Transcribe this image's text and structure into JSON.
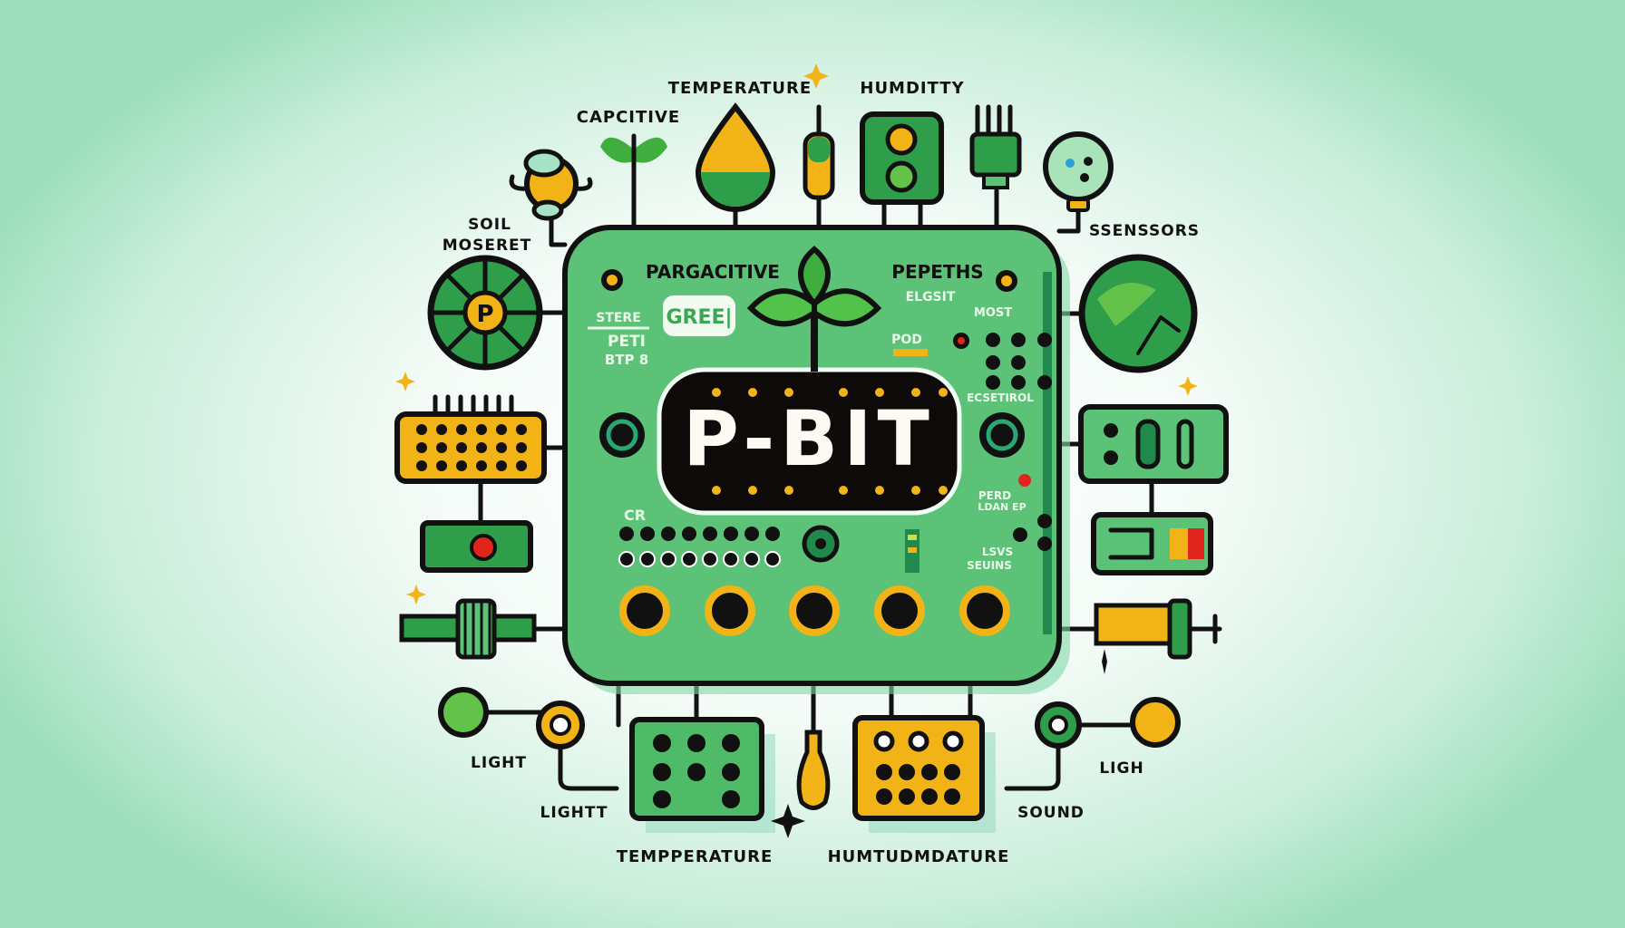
{
  "board": {
    "title": "P-BIT",
    "labels": {
      "top_left": "PARGACITIVE",
      "top_right": "PEPETHS",
      "badge": "GREE|",
      "stere": "STERE",
      "peti": "PETI",
      "btp": "BTP 8",
      "elgsit": "ELGSIT",
      "most": "MOST",
      "pod": "POD",
      "ecsetirol": "ECSETIROL",
      "perd": "PERD",
      "ldan": "LDAN EP",
      "lsvs": "LSVS",
      "seuins": "SEUINS",
      "cr": "CR"
    }
  },
  "outer_labels": {
    "temperature_top": "TEMPERATURE",
    "humidity_top": "HUMDITTY",
    "capacitive": "CAPCITIVE",
    "soil": "SOIL",
    "moseret": "MOSERET",
    "sensors": "SSENSSORS",
    "light_left": "LIGHT",
    "lightt": "LIGHTT",
    "temperature_bottom": "TEMPPERATURE",
    "humidity_bottom": "HUMTUDMDATURE",
    "sound": "SOUND",
    "ligh": "LIGH"
  },
  "soil_sensor_letter": "P",
  "colors": {
    "board_green": "#5cc277",
    "dark_green": "#1f8a4c",
    "yellow": "#f2b316",
    "black": "#111111",
    "red": "#e0261c",
    "mint": "#9edfbd"
  }
}
